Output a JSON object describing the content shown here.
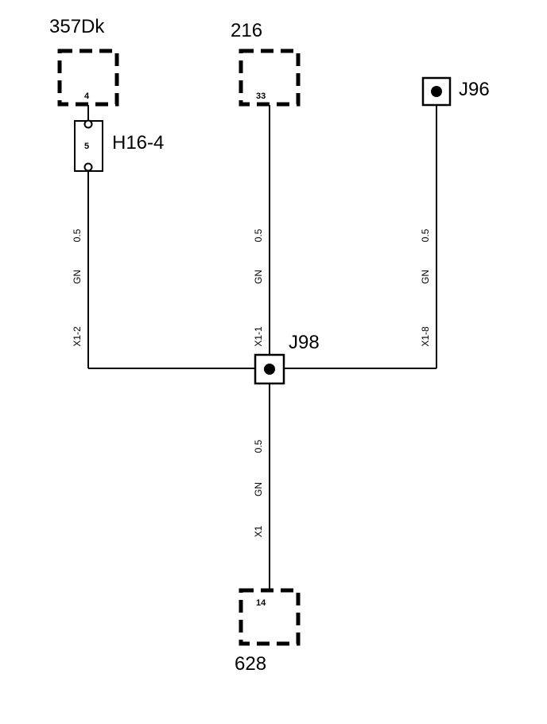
{
  "components": {
    "c357dk": {
      "name": "357Dk",
      "pin": "4"
    },
    "c216": {
      "name": "216",
      "pin": "33"
    },
    "c628": {
      "name": "628",
      "pin": "14"
    },
    "h16": {
      "name": "H16-4",
      "pin": "5"
    },
    "j96": {
      "name": "J96"
    },
    "j98": {
      "name": "J98"
    }
  },
  "wires": {
    "left": {
      "size": "0.5",
      "color": "GN",
      "connector": "X1-2"
    },
    "middle": {
      "size": "0.5",
      "color": "GN",
      "connector": "X1-1"
    },
    "right": {
      "size": "0.5",
      "color": "GN",
      "connector": "X1-8"
    },
    "bottom": {
      "size": "0.5",
      "color": "GN",
      "connector": "X1"
    }
  }
}
